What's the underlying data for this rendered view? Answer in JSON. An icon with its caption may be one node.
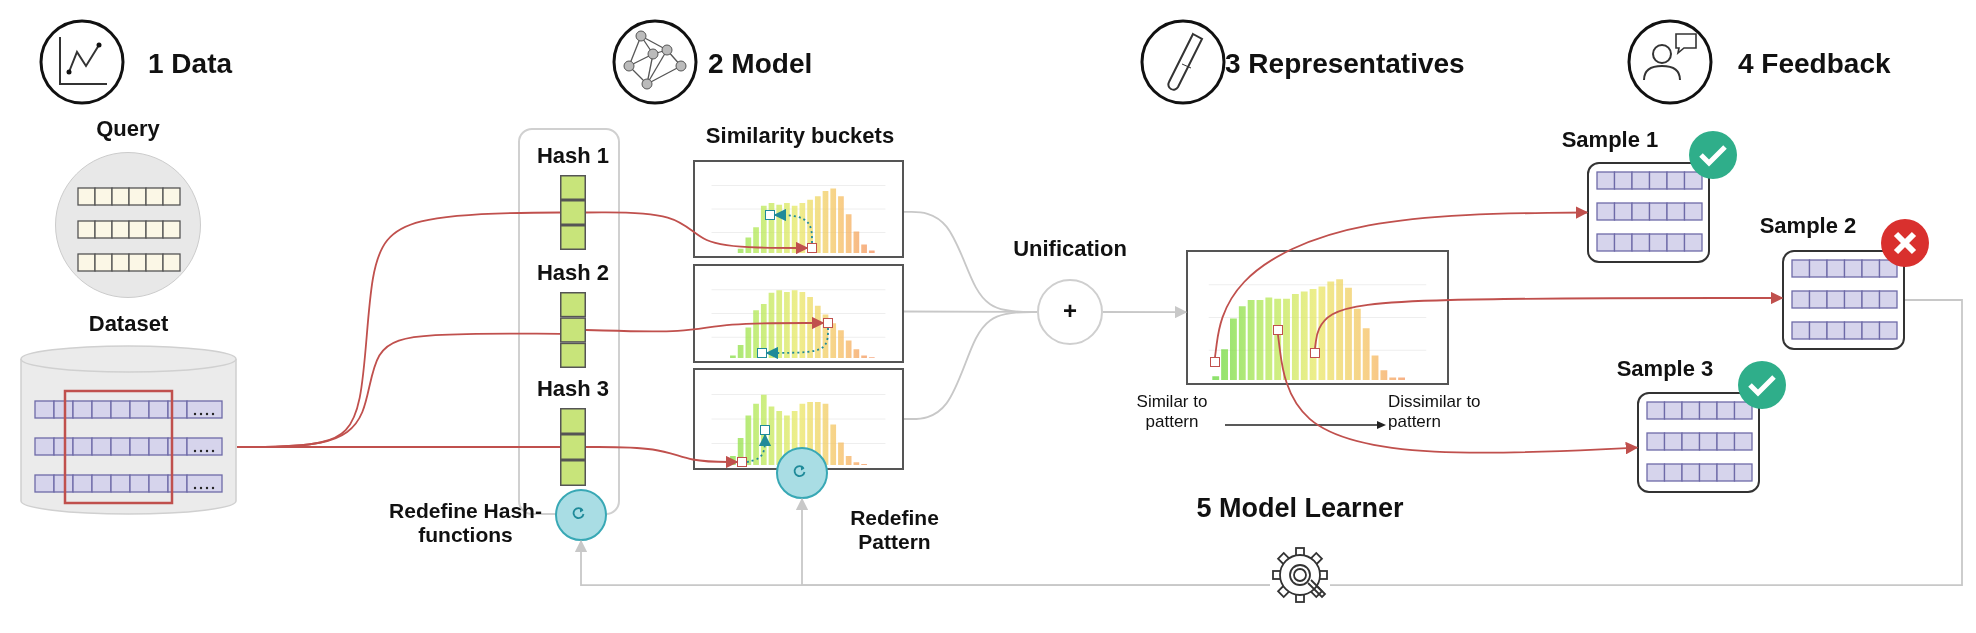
{
  "diagram": {
    "nodes": [
      {
        "text": [
          "Query"
        ]
      },
      {
        "text": [
          "Dataset"
        ]
      },
      {
        "text": [],
        "shape": "box"
      },
      {
        "text": [
          "Hash 1"
        ],
        "in": 2
      },
      {
        "text": [
          "Hash 2"
        ],
        "in": 2
      },
      {
        "text": [
          "Hash 3"
        ],
        "in": 2
      },
      {
        "text": [
          "Redefine Hash-functions"
        ]
      },
      {
        "text": [],
        "shape": "picture"
      },
      {
        "text": [],
        "shape": "picture"
      },
      {
        "text": [],
        "shape": "picture"
      },
      {
        "text": [],
        "shape": "box",
        "in": 7
      },
      {
        "text": [],
        "shape": "box",
        "in": 7
      },
      {
        "text": [],
        "shape": "box",
        "in": 8
      },
      {
        "text": [],
        "shape": "box",
        "in": 8
      },
      {
        "text": [],
        "shape": "box",
        "in": 9
      },
      {
        "text": [],
        "shape": "box",
        "in": 9
      },
      {
        "text": [
          "Redefine Pattern"
        ]
      },
      {
        "text": [
          "Unification",
          "+"
        ]
      },
      {
        "text": [],
        "shape": "picture"
      },
      {
        "text": [],
        "shape": "box",
        "in": 18
      },
      {
        "text": [],
        "shape": "box",
        "in": 18
      },
      {
        "text": [],
        "shape": "box",
        "in": 18
      },
      {
        "text": [
          "Sample 1"
        ]
      },
      {
        "text": [
          "Sample 2"
        ]
      },
      {
        "text": [
          "Sample 3"
        ]
      },
      {
        "text": [
          "5 Model Learner"
        ]
      }
    ],
    "edges": [
      {
        "from": 1,
        "to": 3,
        "arrow": "none"
      },
      {
        "from": 1,
        "to": 4,
        "arrow": "none"
      },
      {
        "from": 1,
        "to": 5,
        "arrow": "none"
      },
      {
        "from": 3,
        "to": 10,
        "arrow": "to"
      },
      {
        "from": 4,
        "to": 12,
        "arrow": "to"
      },
      {
        "from": 5,
        "to": 14,
        "arrow": "to"
      },
      {
        "from": 10,
        "to": 11,
        "arrow": "to",
        "style": "dashed",
        "color": "#1f8a99"
      },
      {
        "from": 12,
        "to": 13,
        "arrow": "to",
        "style": "dashed",
        "color": "#1f8a99"
      },
      {
        "from": 14,
        "to": 15,
        "arrow": "to",
        "style": "dashed",
        "color": "#1f8a99"
      },
      {
        "from": 7,
        "to": 17,
        "arrow": "none",
        "color": "#c8c8c8"
      },
      {
        "from": 8,
        "to": 17,
        "arrow": "none",
        "color": "#c8c8c8"
      },
      {
        "from": 9,
        "to": 17,
        "arrow": "none",
        "color": "#c8c8c8"
      },
      {
        "from": 17,
        "to": 18,
        "arrow": "to",
        "color": "#c8c8c8"
      },
      {
        "from": 19,
        "to": 22,
        "arrow": "to"
      },
      {
        "from": 21,
        "to": 23,
        "arrow": "to"
      },
      {
        "from": 20,
        "to": 24,
        "arrow": "to"
      },
      {
        "from": 23,
        "to": 25,
        "arrow": "none",
        "color": "#c8c8c8"
      },
      {
        "from": 25,
        "to": 6,
        "arrow": "to",
        "color": "#c8c8c8"
      },
      {
        "from": 25,
        "to": 16,
        "arrow": "to",
        "color": "#c8c8c8"
      }
    ],
    "labels": [
      "1 Data",
      "2 Model",
      "3 Representatives",
      "4 Feedback",
      "Similarity buckets",
      "Similar to pattern",
      "Dissimilar to pattern"
    ]
  }
}
